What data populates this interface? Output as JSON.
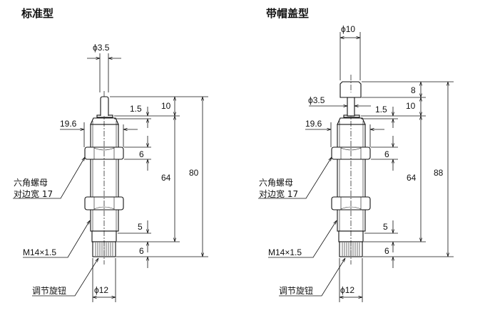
{
  "standard": {
    "title": "标准型",
    "rod_dia": "ϕ3.5",
    "dim_stroke": "10",
    "dim_total": "80",
    "dim_body": "64",
    "dim_step": "1.5",
    "dim_width": "19.6",
    "dim_nut": "6",
    "dim_thread_end": "5",
    "dim_knob": "6",
    "knob_dia": "ϕ12",
    "nut_label_1": "六角螺母",
    "nut_label_2": "对边宽 17",
    "thread_label": "M14×1.5",
    "knob_label": "调节旋钮"
  },
  "capped": {
    "title": "带帽盖型",
    "cap_dia": "ϕ10",
    "cap_height": "8",
    "rod_dia": "ϕ3.5",
    "dim_stroke": "10",
    "dim_total": "88",
    "dim_body": "64",
    "dim_step": "1.5",
    "dim_width": "19.6",
    "dim_nut": "6",
    "dim_thread_end": "5",
    "dim_knob": "6",
    "knob_dia": "ϕ12",
    "nut_label_1": "六角螺母",
    "nut_label_2": "对边宽 17",
    "thread_label": "M14×1.5",
    "knob_label": "调节旋钮"
  }
}
